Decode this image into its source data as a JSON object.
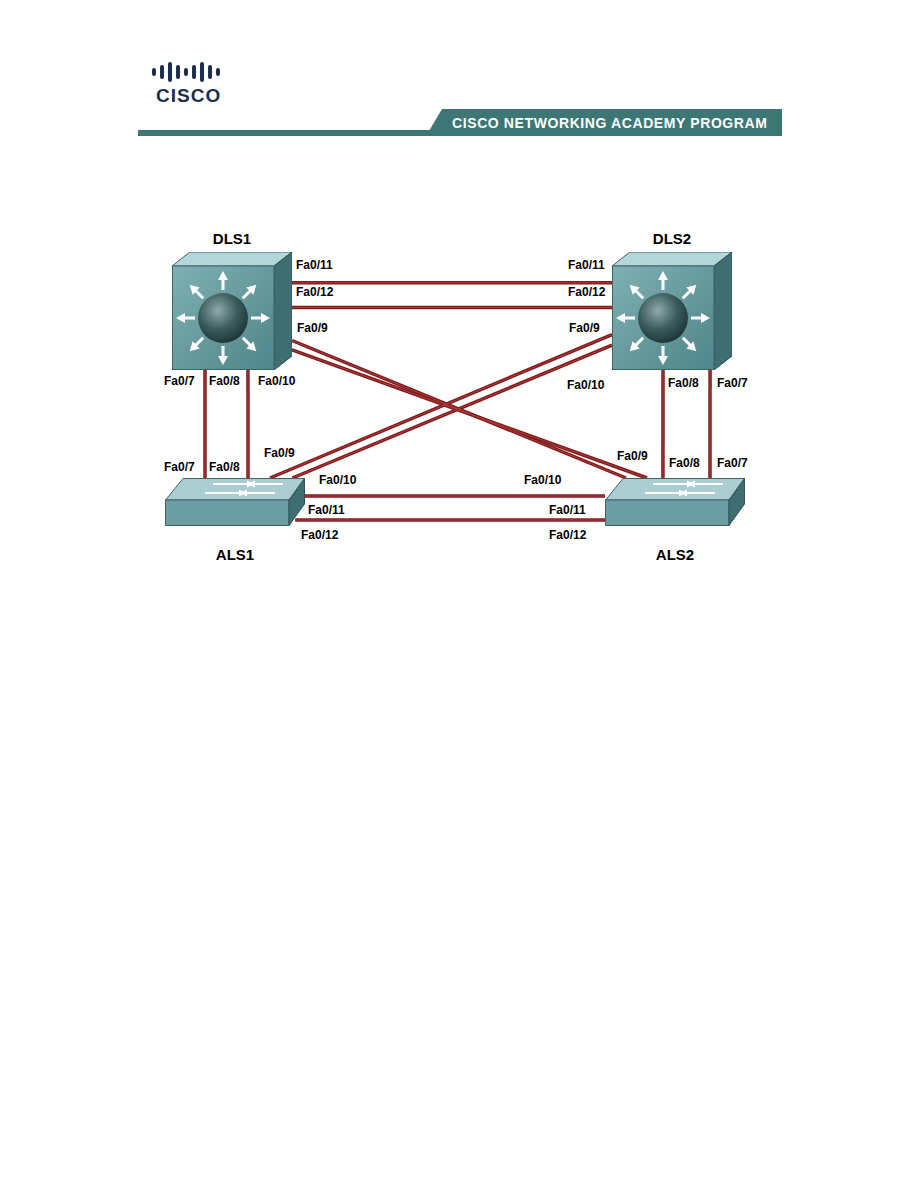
{
  "diagram": {
    "nodes": [
      {
        "text": [
          "DLS1"
        ]
      },
      {
        "text": [
          "DLS2"
        ]
      },
      {
        "text": [
          "ALS1"
        ]
      },
      {
        "text": [
          "ALS2"
        ]
      }
    ],
    "edges": [
      {
        "from": 0,
        "to": 1,
        "arrow": "none"
      },
      {
        "from": 0,
        "to": 1,
        "arrow": "none"
      },
      {
        "from": 0,
        "to": 2,
        "arrow": "none"
      },
      {
        "from": 0,
        "to": 2,
        "arrow": "none"
      },
      {
        "from": 0,
        "to": 3,
        "arrow": "none"
      },
      {
        "from": 0,
        "to": 3,
        "arrow": "none"
      },
      {
        "from": 1,
        "to": 2,
        "arrow": "none"
      },
      {
        "from": 1,
        "to": 2,
        "arrow": "none"
      },
      {
        "from": 1,
        "to": 3,
        "arrow": "none"
      },
      {
        "from": 1,
        "to": 3,
        "arrow": "none"
      },
      {
        "from": 2,
        "to": 3,
        "arrow": "none"
      },
      {
        "from": 2,
        "to": 3,
        "arrow": "none"
      }
    ],
    "labels": [
      "CISCO",
      "CISCO NETWORKING ACADEMY PROGRAM",
      "Fa0/11",
      "Fa0/11",
      "Fa0/12",
      "Fa0/12",
      "Fa0/9",
      "Fa0/9",
      "Fa0/7",
      "Fa0/8",
      "Fa0/10",
      "Fa0/10",
      "Fa0/8",
      "Fa0/7",
      "Fa0/9",
      "Fa0/9",
      "Fa0/7",
      "Fa0/8",
      "Fa0/8",
      "Fa0/7",
      "Fa0/10",
      "Fa0/10",
      "Fa0/11",
      "Fa0/11",
      "Fa0/12",
      "Fa0/12"
    ]
  }
}
